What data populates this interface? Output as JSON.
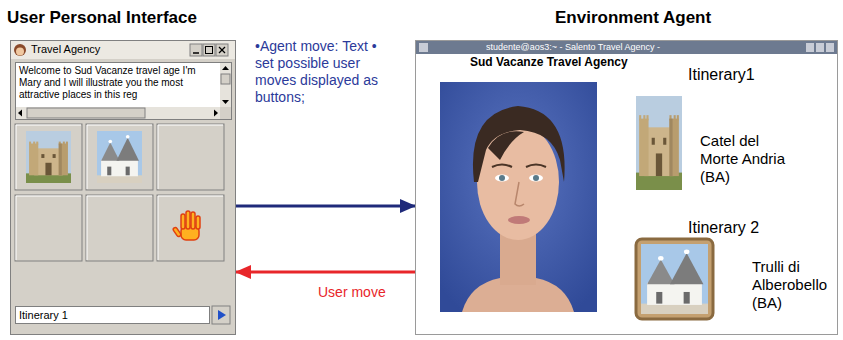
{
  "diagram": {
    "nodes": [
      {
        "text": [
          "User Personal Interface",
          "Travel Agency"
        ]
      },
      {
        "text": [
          "Welcome to Sud Vacanze travel age I'm Mary and I will illustrate you the most attractive places in this reg"
        ],
        "in": 0
      },
      {
        "text": [
          "Itinerary 1"
        ],
        "in": 0
      },
      {
        "text": [
          "Environment Agent",
          "studente@aos3:~ - Salento Travel Agency -"
        ]
      }
    ],
    "edges": [
      {
        "from": 0,
        "to": 3,
        "arrow": "to",
        "label": "•Agent move: Text • set possible user moves displayed as buttons;"
      },
      {
        "from": 3,
        "to": 0,
        "arrow": "to",
        "label": "User move"
      }
    ],
    "labels": [
      "Sud Vacanze Travel Agency",
      "Itinerary1",
      "Catel del Morte Andria (BA)",
      "Itinerary 2",
      "Trulli di Alberobello (BA)"
    ]
  }
}
